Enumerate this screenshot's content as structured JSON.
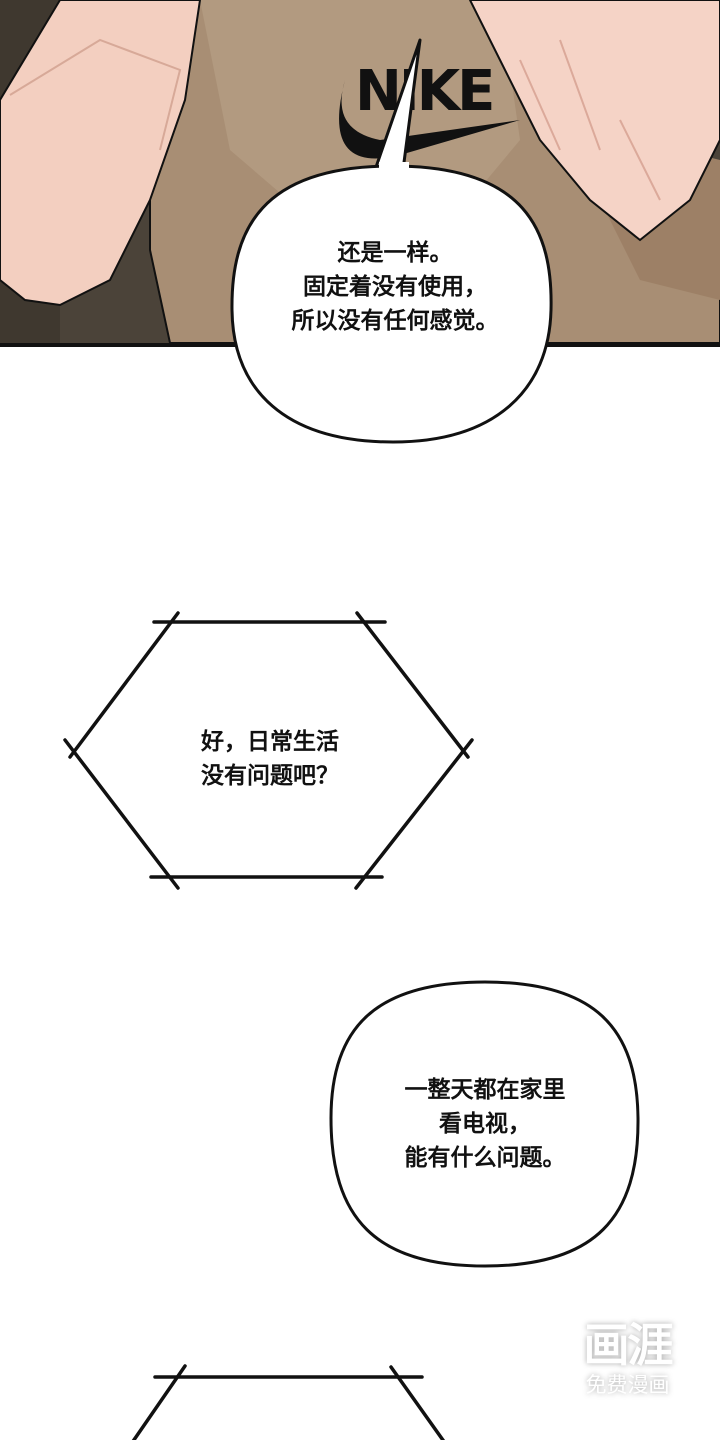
{
  "page": {
    "type": "comic-page",
    "background": "#ffffff"
  },
  "panel_1": {
    "description": "close-up of torso in beige t-shirt with hands",
    "shirt_logo": "NIKE",
    "colors": {
      "shirt": "#a88e74",
      "skin": "#f2c8b8",
      "floor": "#4a4238",
      "border": "#111111"
    }
  },
  "bubbles": [
    {
      "shape": "speech-round",
      "lines": [
        "还是一样。",
        "固定着没有使用，",
        "所以没有任何感觉。"
      ]
    },
    {
      "shape": "hexagon",
      "lines": [
        "好，日常生活",
        "没有问题吧？"
      ]
    },
    {
      "shape": "speech-round",
      "lines": [
        "一整天都在家里",
        "看电视，",
        "能有什么问题。"
      ]
    }
  ],
  "watermark": {
    "logo": "画涯",
    "subtitle": "免费漫画"
  }
}
